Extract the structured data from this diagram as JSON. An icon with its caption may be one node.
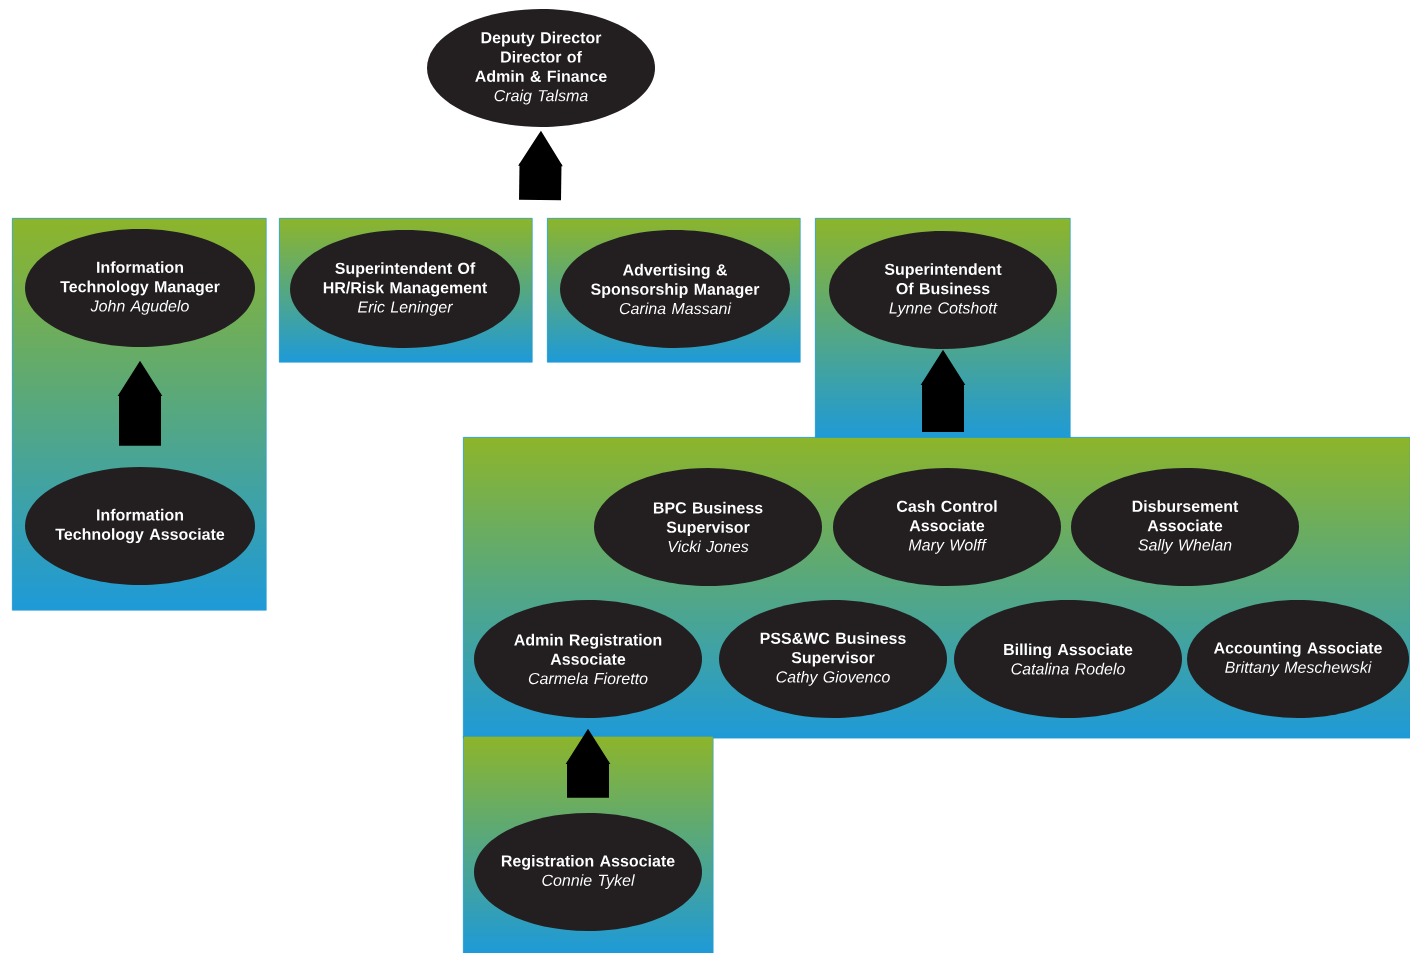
{
  "diagram": {
    "nodes": [
      {
        "text": [
          "Deputy Director Director of Admin & Finance",
          "Craig Talsma"
        ]
      },
      {
        "text": [],
        "shape": "box"
      },
      {
        "text": [
          "Information Technology Manager",
          "John Agudelo"
        ],
        "in": 1
      },
      {
        "text": [
          "Information Technology Associate"
        ],
        "in": 1
      },
      {
        "text": [],
        "shape": "box"
      },
      {
        "text": [
          "Superintendent Of HR/Risk Management",
          "Eric Leninger"
        ],
        "in": 4
      },
      {
        "text": [],
        "shape": "box"
      },
      {
        "text": [
          "Advertising & Sponsorship Manager",
          "Carina Massani"
        ],
        "in": 6
      },
      {
        "text": [],
        "shape": "box"
      },
      {
        "text": [
          "Superintendent Of Business",
          "Lynne Cotshott"
        ],
        "in": 8
      },
      {
        "text": [],
        "shape": "box"
      },
      {
        "text": [
          "BPC Business Supervisor",
          "Vicki Jones"
        ],
        "in": 10
      },
      {
        "text": [
          "Cash Control Associate",
          "Mary Wolff"
        ],
        "in": 10
      },
      {
        "text": [
          "Disbursement Associate",
          "Sally Whelan"
        ],
        "in": 10
      },
      {
        "text": [
          "Admin Registration Associate",
          "Carmela Fioretto"
        ],
        "in": 10
      },
      {
        "text": [
          "PSS&WC Business Supervisor",
          "Cathy Giovenco"
        ],
        "in": 10
      },
      {
        "text": [
          "Billing Associate",
          "Catalina Rodelo"
        ],
        "in": 10
      },
      {
        "text": [
          "Accounting Associate",
          "Brittany Meschewski"
        ],
        "in": 10
      },
      {
        "text": [],
        "shape": "box"
      },
      {
        "text": [
          "Registration Associate",
          "Connie Tykel"
        ],
        "in": 18
      }
    ],
    "edges": [
      {
        "from": null,
        "to": 0,
        "arrow": "to"
      },
      {
        "from": 3,
        "to": 2,
        "arrow": "to"
      },
      {
        "from": 10,
        "to": 9,
        "arrow": "to"
      },
      {
        "from": 19,
        "to": 14,
        "arrow": "to"
      }
    ]
  }
}
